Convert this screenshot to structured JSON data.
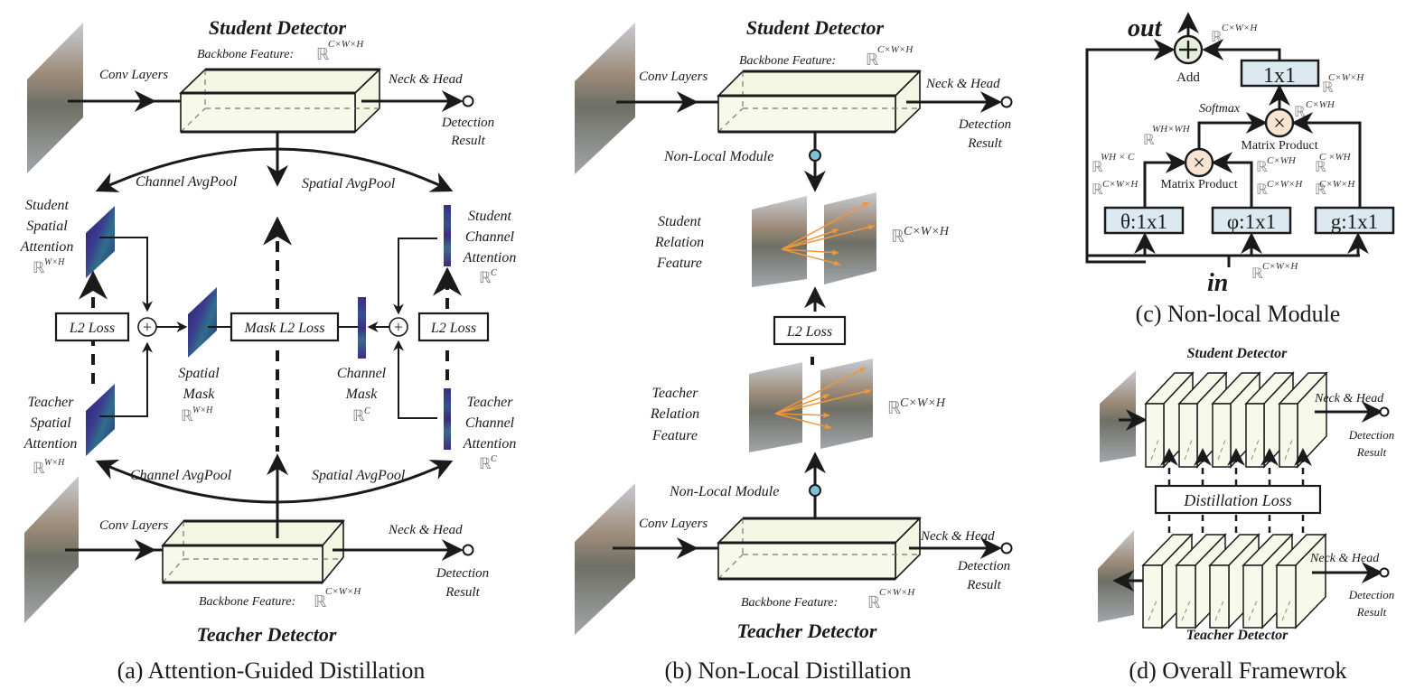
{
  "panel_a": {
    "caption": "(a) Attention-Guided Distillation",
    "student_title": "Student Detector",
    "teacher_title": "Teacher Detector",
    "backbone_label": "Backbone Feature:",
    "backbone_dim": "C×W×H",
    "conv_layers": "Conv Layers",
    "neck_head": "Neck & Head",
    "detection_result": [
      "Detection",
      "Result"
    ],
    "channel_avgpool": "Channel AvgPool",
    "spatial_avgpool": "Spatial AvgPool",
    "student_spatial_attention": [
      "Student",
      "Spatial",
      "Attention"
    ],
    "teacher_spatial_attention": [
      "Teacher",
      "Spatial",
      "Attention"
    ],
    "student_channel_attention": [
      "Student",
      "Channel",
      "Attention"
    ],
    "teacher_channel_attention": [
      "Teacher",
      "Channel",
      "Attention"
    ],
    "spatial_mask": [
      "Spatial",
      "Mask"
    ],
    "channel_mask": [
      "Channel",
      "Mask"
    ],
    "dim_wh": "W×H",
    "dim_c": "C",
    "l2_loss": "L2 Loss",
    "mask_l2_loss": "Mask L2 Loss"
  },
  "panel_b": {
    "caption": "(b) Non-Local Distillation",
    "student_title": "Student Detector",
    "teacher_title": "Teacher Detector",
    "backbone_label": "Backbone Feature:",
    "backbone_dim": "C×W×H",
    "conv_layers": "Conv Layers",
    "neck_head": "Neck & Head",
    "detection_result": [
      "Detection",
      "Result"
    ],
    "non_local_module": "Non-Local Module",
    "student_relation": [
      "Student",
      "Relation",
      "Feature"
    ],
    "teacher_relation": [
      "Teacher",
      "Relation",
      "Feature"
    ],
    "relation_dim": "C×W×H",
    "l2_loss": "L2 Loss"
  },
  "panel_c": {
    "caption": "(c) Non-local Module",
    "out_label": "out",
    "in_label": "in",
    "add_label": "Add",
    "softmax_label": "Softmax",
    "matrix_product": "Matrix Product",
    "conv_out": "1x1",
    "theta": "θ:1x1",
    "phi": "φ:1x1",
    "g": "g:1x1",
    "dims": {
      "out": "C×W×H",
      "after_1x1": "C×W×H",
      "after_product2": "C×WH",
      "softmax": "WH×WH",
      "theta_reshape": "WH × C",
      "theta_out": "C×W×H",
      "phi_reshape": "C×WH",
      "phi_out": "C×W×H",
      "g_reshape": "C ×WH",
      "g_out": "C×W×H",
      "in": "C×W×H"
    }
  },
  "panel_d": {
    "caption": "(d) Overall Framewrok",
    "student_title": "Student Detector",
    "teacher_title": "Teacher Detector",
    "neck_head": "Neck & Head",
    "detection_result": [
      "Detection",
      "Result"
    ],
    "distillation_loss": "Distillation Loss",
    "stage_count": 5
  },
  "colors": {
    "feature_fill": "#f7f9ea",
    "module_fill": "#dce9f1",
    "nonlocal_dot": "#7cc3d8",
    "product_fill": "#f9e4d2",
    "add_fill": "#e6eedc",
    "relation_arrow": "#f0963c",
    "attention_dark": "#3b2a7a",
    "attention_light": "#3fc0a0"
  }
}
